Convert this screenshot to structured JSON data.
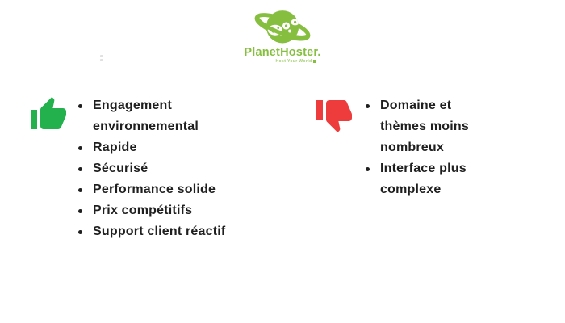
{
  "page": {
    "background_color": "#ffffff",
    "text_color": "#1f1f1f"
  },
  "logo": {
    "icon": "planet-with-ring-icon",
    "brand": "PlanetHoster.",
    "tagline": "Host Your World",
    "brand_color": "#86bf40"
  },
  "pros": {
    "icon": "thumbs-up-icon",
    "icon_color": "#23b14d",
    "items": [
      "Engagement environnemental",
      "Rapide",
      "Sécurisé",
      "Performance solide",
      "Prix compétitifs",
      "Support client réactif"
    ]
  },
  "cons": {
    "icon": "thumbs-down-icon",
    "icon_color": "#ee3b3b",
    "items": [
      "Domaine et thèmes moins nombreux",
      "Interface plus complexe"
    ]
  }
}
